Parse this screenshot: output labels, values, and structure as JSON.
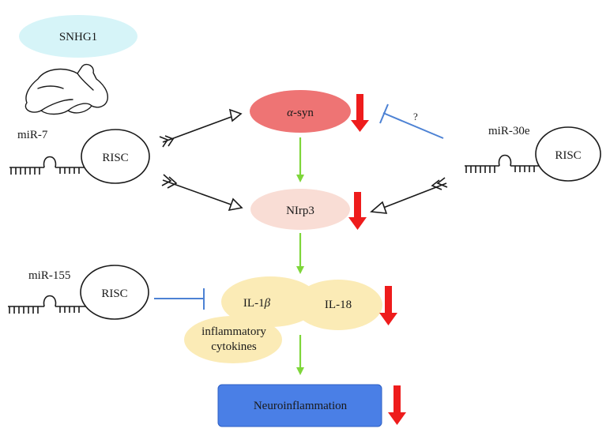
{
  "nodes": {
    "snhg1": "SNHG1",
    "alpha_syn_prefix": "α",
    "alpha_syn_suffix": "-syn",
    "nlrp3": "NIrp3",
    "il1b_prefix": "IL-1",
    "il1b_suffix": "β",
    "il18": "IL-18",
    "cytokines_line1": "inflammatory",
    "cytokines_line2": "cytokines",
    "neuroinflammation": "Neuroinflammation"
  },
  "mirnas": {
    "mir7": {
      "label": "miR-7",
      "risc": "RISC"
    },
    "mir30e": {
      "label": "miR-30e",
      "risc": "RISC"
    },
    "mir155": {
      "label": "miR-155",
      "risc": "RISC"
    }
  },
  "annotations": {
    "unknown_inhibition": "?"
  },
  "colors": {
    "snhg1_fill": "#d6f4f8",
    "alpha_syn_fill": "#ee7474",
    "nlrp3_fill": "#f9ddd5",
    "cytokine_fill": "#fbebb6",
    "neuro_fill": "#4a7fe6",
    "activation_arrow": "#7ed63a",
    "inhibition_line": "#4d82d4",
    "down_arrow": "#ee1c1c",
    "line": "#1a1a1a"
  }
}
